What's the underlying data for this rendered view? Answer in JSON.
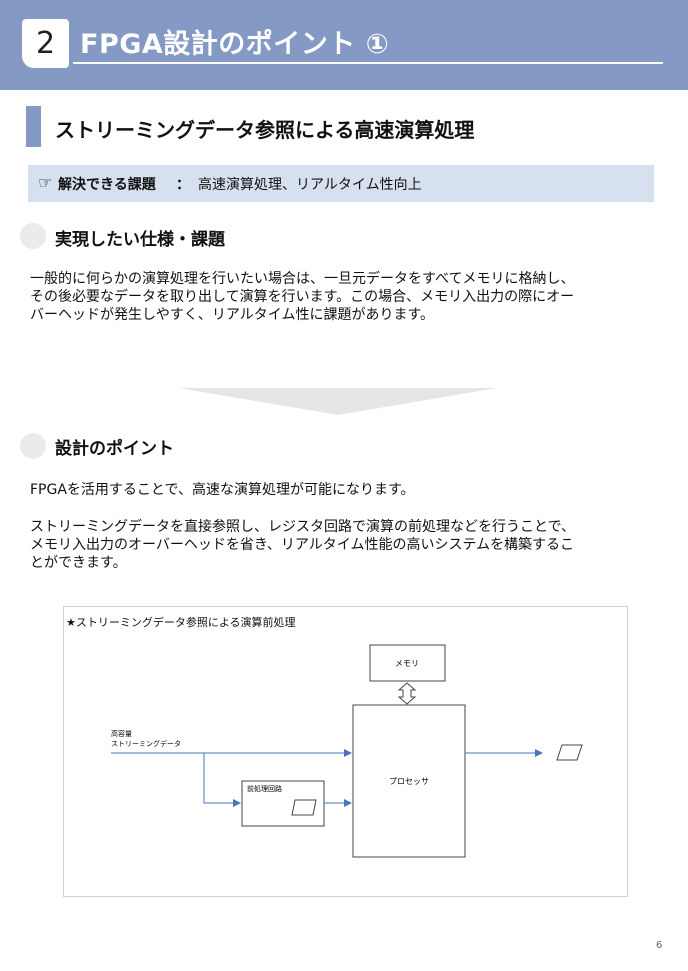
{
  "header": {
    "section_number": "2",
    "title": "FPGA設計のポイント ①"
  },
  "subhead": "ストリーミングデータ参照による高速演算処理",
  "issue": {
    "icon": "pointing-hand-icon",
    "label": "解決できる課題",
    "colon": "：",
    "text": "高速演算処理、リアルタイム性向上"
  },
  "spec": {
    "heading": "実現したい仕様・課題",
    "body": "一般的に何らかの演算処理を行いたい場合は、一旦元データをすべてメモリに格納し、\nその後必要なデータを取り出して演算を行います。この場合、メモリ入出力の際にオー\nバーヘッドが発生しやすく、リアルタイム性に課題があります。"
  },
  "design": {
    "heading": "設計のポイント",
    "body1": "FPGAを活用することで、高速な演算処理が可能になります。",
    "body2": "ストリーミングデータを直接参照し、レジスタ回路で演算の前処理などを行うことで、\nメモリ入出力のオーバーヘッドを省き、リアルタイム性能の高いシステムを構築するこ\nとができます。"
  },
  "diagram": {
    "title": "★ストリーミングデータ参照による演算前処理",
    "memory": "メモリ",
    "processor": "プロセッサ",
    "preprocess": "前処理回路",
    "input_line1": "高容量",
    "input_line2": "ストリーミングデータ"
  },
  "page_number": "6"
}
